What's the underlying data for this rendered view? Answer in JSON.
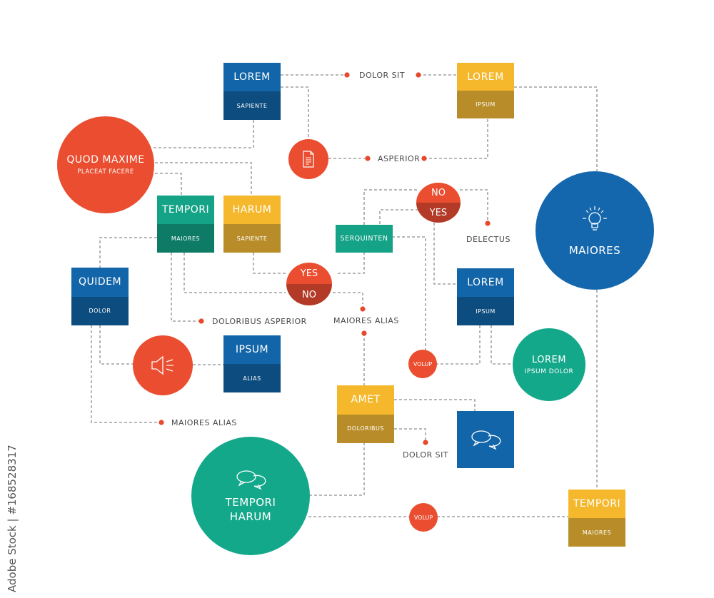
{
  "boxes": {
    "lorem_top_left": {
      "title": "LOREM",
      "sub": "SAPIENTE"
    },
    "lorem_top_right": {
      "title": "LOREM",
      "sub": "IPSUM"
    },
    "tempori_left": {
      "title": "TEMPORI",
      "sub": "MAIORES"
    },
    "harum": {
      "title": "HARUM",
      "sub": "SAPIENTE"
    },
    "serquinten": {
      "title": "SERQUINTEN"
    },
    "quidem": {
      "title": "QUIDEM",
      "sub": "DOLOR"
    },
    "ipsum": {
      "title": "IPSUM",
      "sub": "ALIAS"
    },
    "lorem_mid_right": {
      "title": "LOREM",
      "sub": "IPSUM"
    },
    "amet": {
      "title": "AMET",
      "sub": "DOLORIBUS"
    },
    "tempori_bottom": {
      "title": "TEMPORI",
      "sub": "MAIORES"
    }
  },
  "circles": {
    "quod_maxime": {
      "title": "QUOD MAXIME",
      "sub": "PLACEAT FACERE"
    },
    "maiores": {
      "title": "MAIORES"
    },
    "lorem_ipsum_dolor": {
      "title": "LOREM",
      "sub": "IPSUM DOLOR"
    },
    "tempori_harum": {
      "line1": "TEMPORI",
      "line2": "HARUM"
    },
    "volup_mid": "VOLUP",
    "volup_bottom": "VOLUP"
  },
  "decisions": {
    "no_yes": {
      "top": "NO",
      "bottom": "YES"
    },
    "yes_no": {
      "top": "YES",
      "bottom": "NO"
    }
  },
  "labels": {
    "dolor_sit_top": "DOLOR SIT",
    "asperior": "ASPERIOR",
    "delectus": "DELECTUS",
    "doloribus_asperior": "DOLORIBUS ASPERIOR",
    "maiores_alias_mid": "MAIORES ALIAS",
    "maiores_alias_bottom": "MAIORES ALIAS",
    "dolor_sit_bottom": "DOLOR SIT"
  },
  "watermark": "Adobe Stock | #168528317",
  "colors": {
    "blue": "#1265a8",
    "yellow": "#f5b82c",
    "teal": "#14a387",
    "red": "#ea4d2f"
  },
  "icons": [
    "document-icon",
    "lightbulb-icon",
    "speaker-icon",
    "chat-bubbles-icon"
  ]
}
